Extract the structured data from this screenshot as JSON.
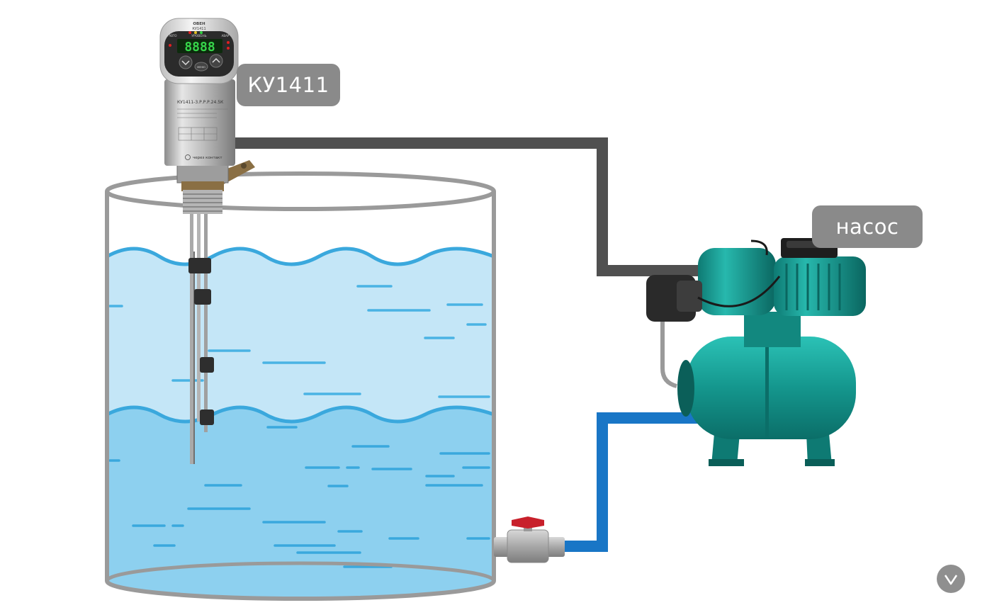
{
  "labels": {
    "sensor": "КУ1411",
    "pump": "насос"
  },
  "sensor_display": {
    "brand": "ОВЕН",
    "model": "КУ1411",
    "mode": "УРОВЕНЬ",
    "indicator_left": "АВТО",
    "indicator_right": "АВАР",
    "display_value": "8888",
    "button_center": "МЕНЮ",
    "body_model": "КУ1411-3.Р.Р.Р.24.5К",
    "body_note": "через контакт"
  },
  "icons": {
    "nav": "chevron-down-icon"
  },
  "colors": {
    "water_upper": "#c4e6f7",
    "water_lower": "#8dd0ef",
    "water_wave": "#3aa8dd",
    "tank_outline": "#9a9a9a",
    "signal_cable": "#505050",
    "water_pipe": "#1976c6",
    "pump_body": "#1a9a92",
    "label_bg": "#8a8a8a",
    "valve_handle": "#c8202b"
  }
}
